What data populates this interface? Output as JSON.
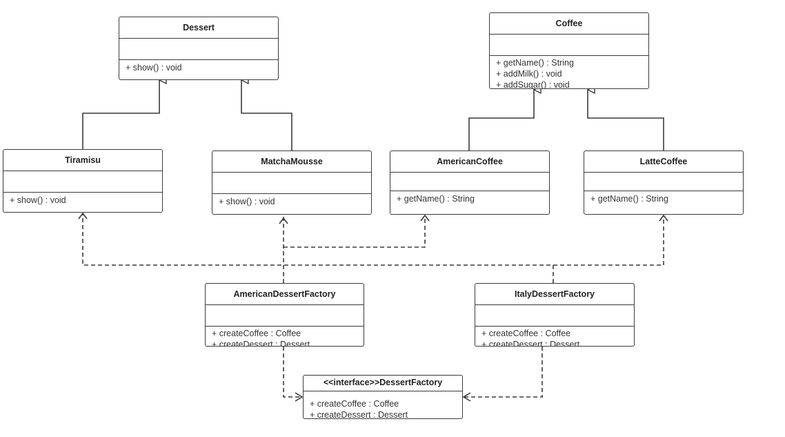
{
  "classes": {
    "dessert": {
      "name": "Dessert",
      "ops": [
        "+ show() : void"
      ]
    },
    "coffee": {
      "name": "Coffee",
      "ops": [
        "+ getName() : String",
        "+ addMilk() : void",
        "+ addSugar() : void"
      ]
    },
    "tiramisu": {
      "name": "Tiramisu",
      "ops": [
        "+ show() : void"
      ]
    },
    "matcha": {
      "name": "MatchaMousse",
      "ops": [
        "+ show() : void"
      ]
    },
    "american_coffee": {
      "name": "AmericanCoffee",
      "ops": [
        "+ getName() : String"
      ]
    },
    "latte": {
      "name": "LatteCoffee",
      "ops": [
        "+ getName() : String"
      ]
    },
    "american_factory": {
      "name": "AmericanDessertFactory",
      "ops": [
        "+ createCoffee : Coffee",
        "+ createDessert : Dessert"
      ]
    },
    "italy_factory": {
      "name": "ItalyDessertFactory",
      "ops": [
        "+ createCoffee : Coffee",
        "+ createDessert : Dessert"
      ]
    },
    "dessert_factory": {
      "name": "<<interface>>DessertFactory",
      "ops": [
        "+ createCoffee : Coffee",
        "+ createDessert : Dessert"
      ]
    }
  },
  "colors": {
    "line": "#3a3a3a",
    "background": "#ffffff"
  }
}
